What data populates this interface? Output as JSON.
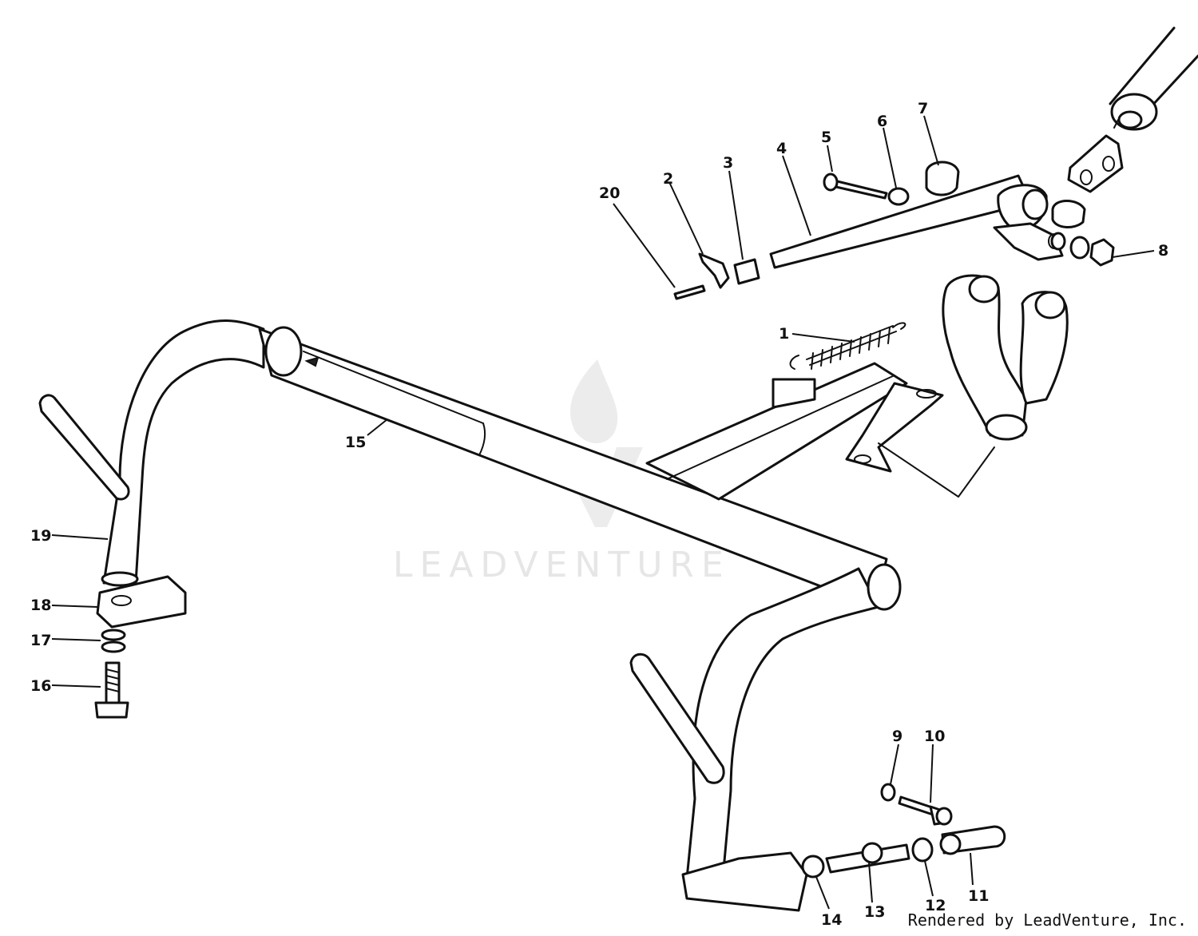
{
  "diagram": {
    "watermark": "LEADVENTURE",
    "credit": "Rendered by LeadVenture, Inc.",
    "callouts": [
      "1",
      "2",
      "3",
      "4",
      "5",
      "6",
      "7",
      "8",
      "9",
      "10",
      "11",
      "12",
      "13",
      "14",
      "15",
      "16",
      "17",
      "18",
      "19",
      "20"
    ]
  }
}
